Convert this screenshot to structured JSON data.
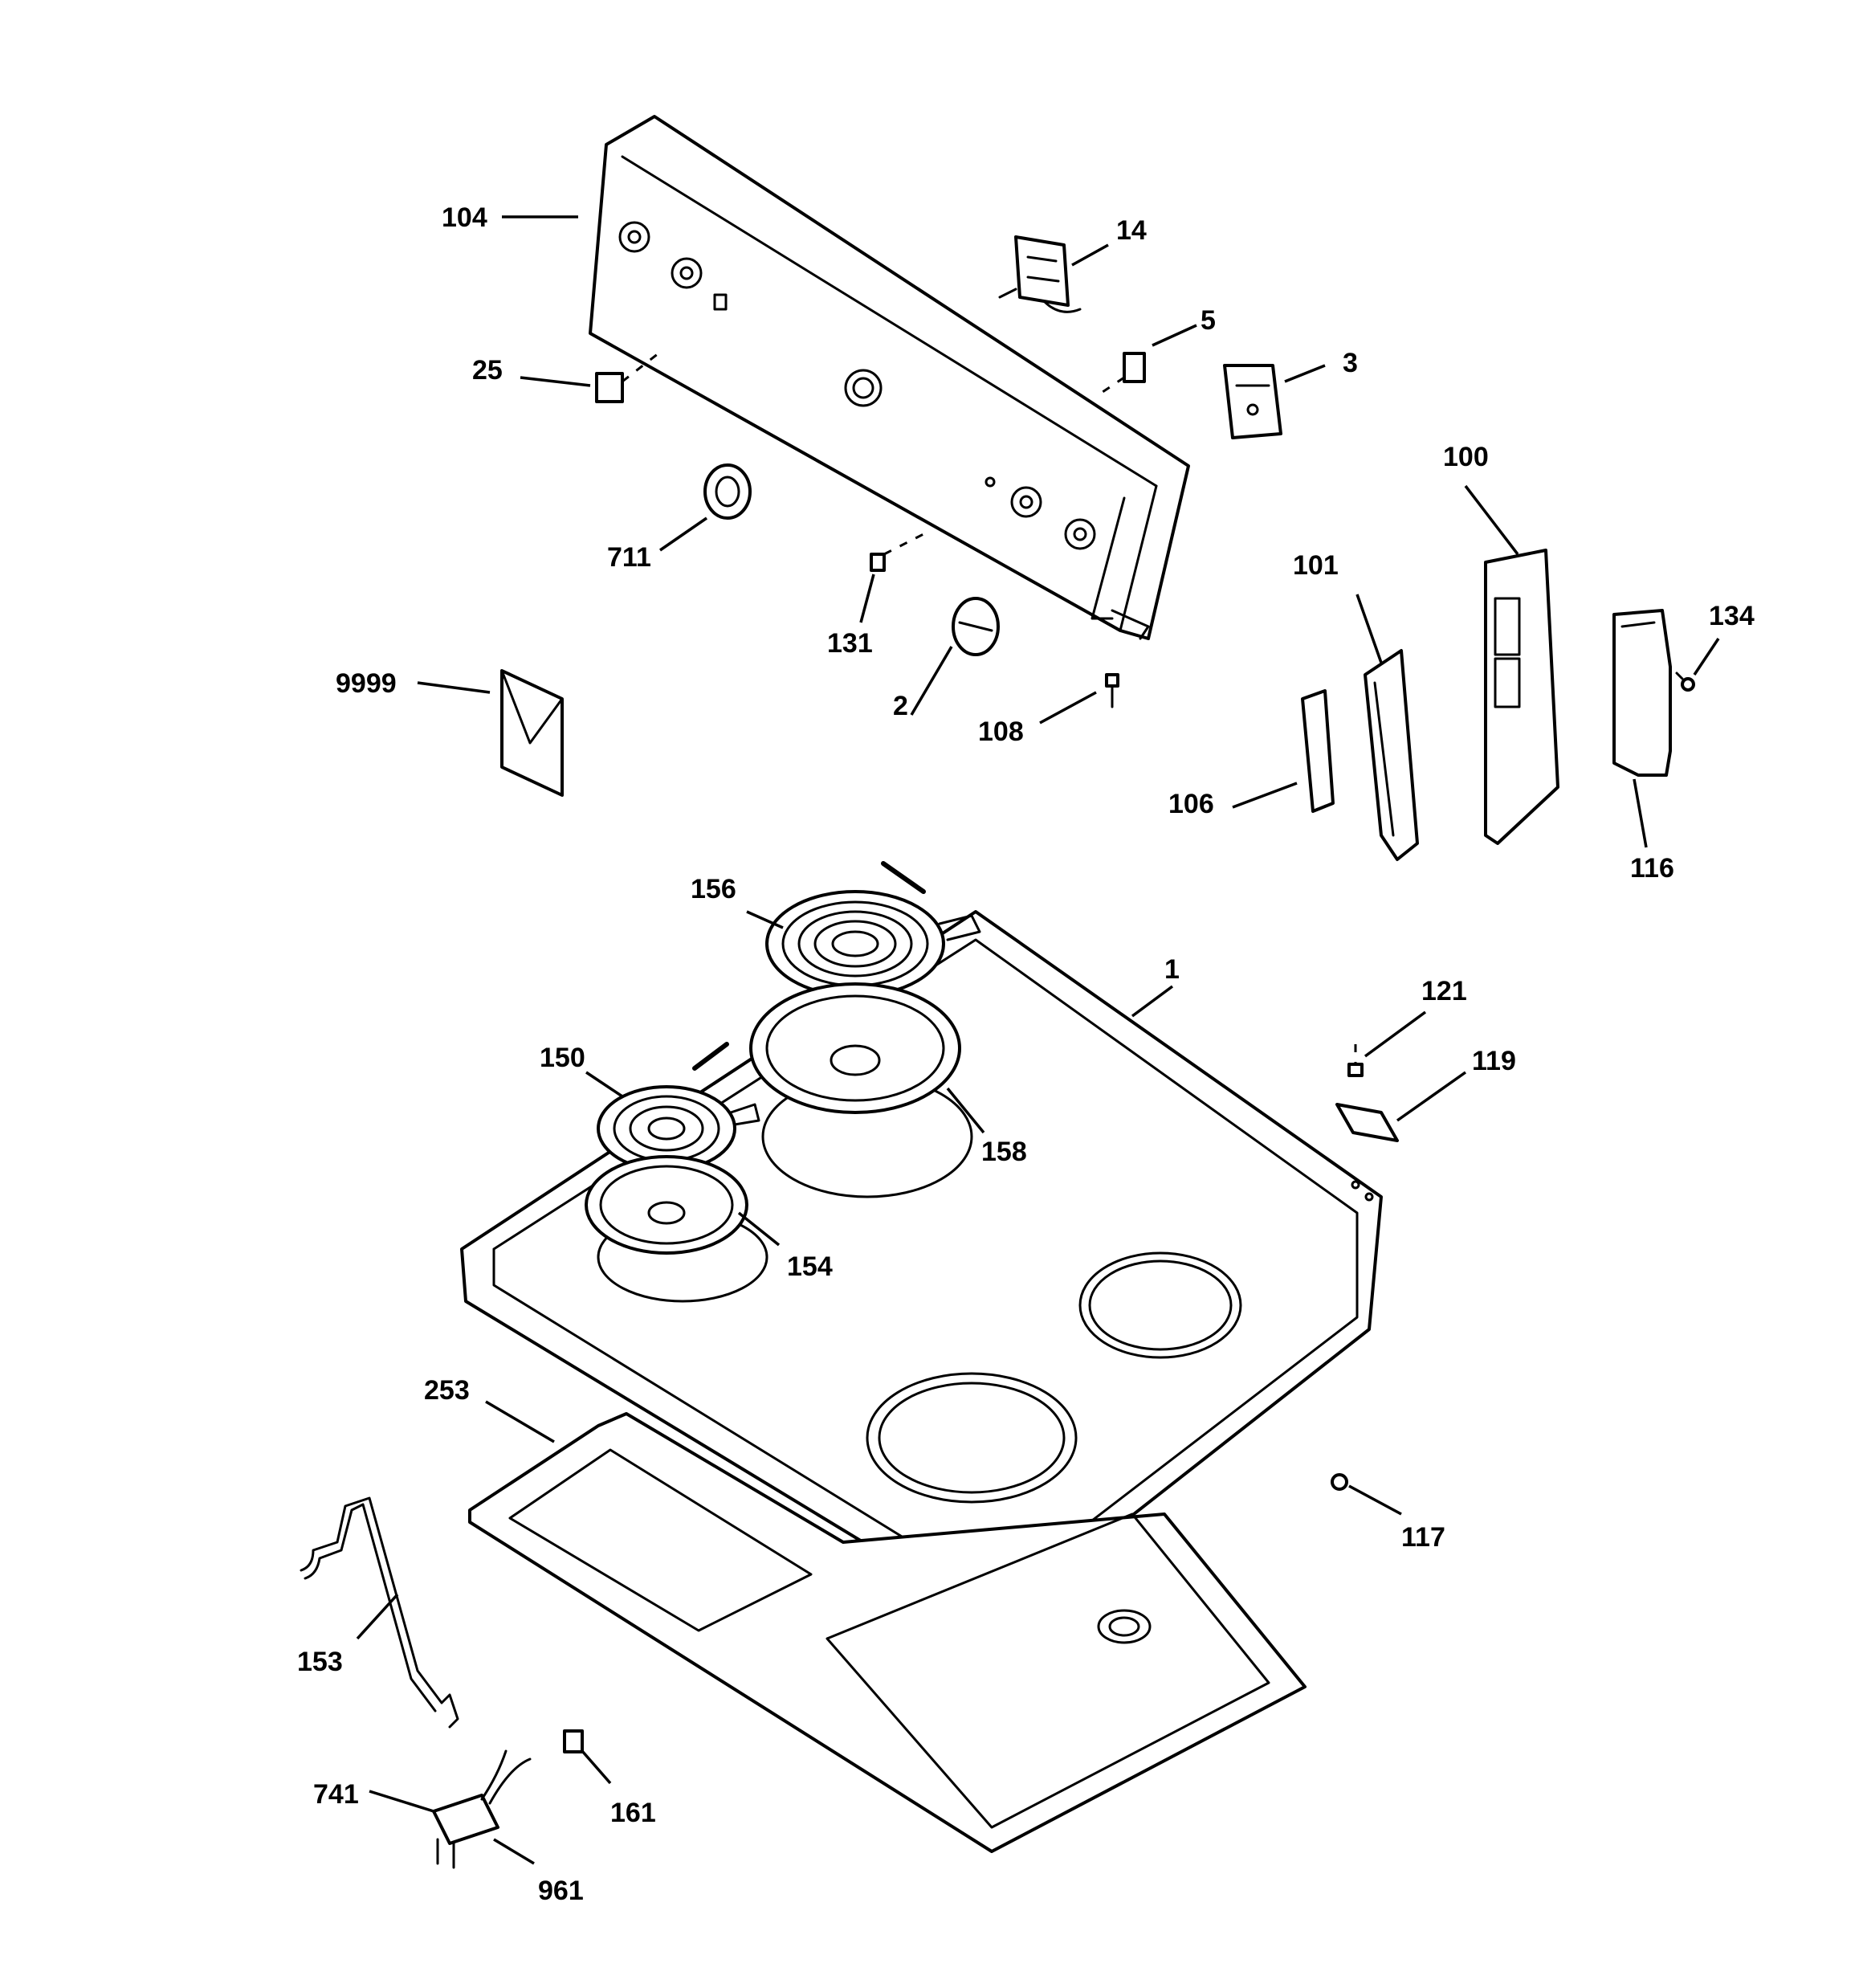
{
  "diagram": {
    "labels": {
      "p104": "104",
      "p14": "14",
      "p5": "5",
      "p3": "3",
      "p25": "25",
      "p711": "711",
      "p131": "131",
      "p2": "2",
      "p108": "108",
      "p9999": "9999",
      "p100": "100",
      "p101": "101",
      "p134": "134",
      "p106": "106",
      "p116": "116",
      "p156": "156",
      "p1": "1",
      "p150": "150",
      "p158": "158",
      "p121": "121",
      "p119": "119",
      "p154": "154",
      "p253": "253",
      "p117": "117",
      "p153": "153",
      "p741": "741",
      "p161": "161",
      "p961": "961"
    }
  }
}
